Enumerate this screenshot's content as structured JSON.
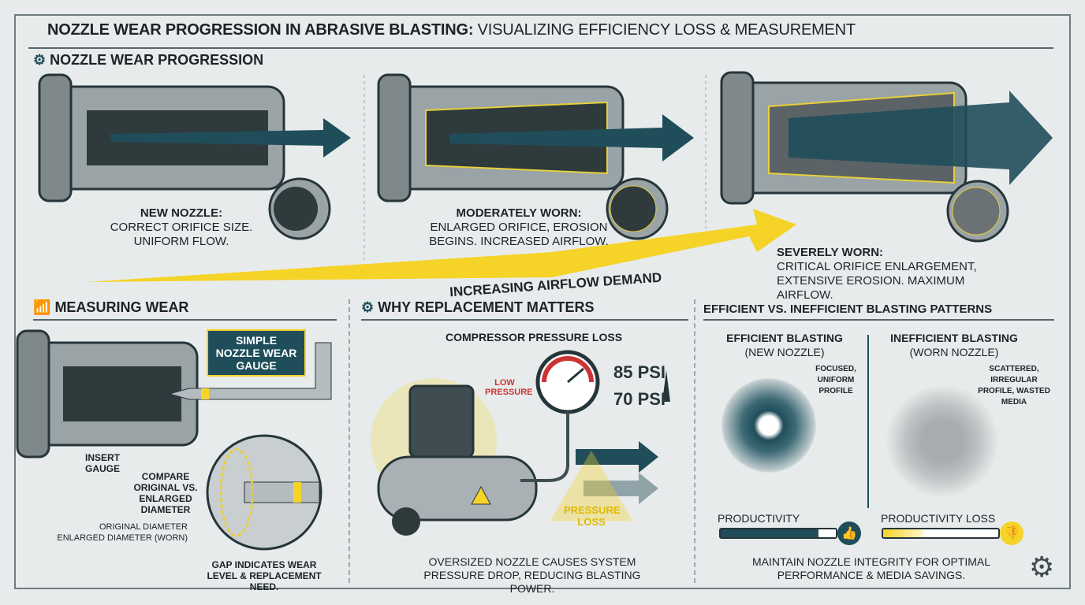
{
  "title": {
    "bold": "NOZZLE WEAR PROGRESSION IN ABRASIVE BLASTING:",
    "rest": " VISUALIZING EFFICIENCY LOSS & MEASUREMENT"
  },
  "progression": {
    "heading": "NOZZLE WEAR PROGRESSION",
    "stages": [
      {
        "title": "NEW NOZZLE:",
        "text": "CORRECT ORIFICE SIZE. UNIFORM FLOW."
      },
      {
        "title": "MODERATELY WORN:",
        "text": "ENLARGED ORIFICE, EROSION BEGINS. INCREASED AIRFLOW."
      },
      {
        "title": "SEVERELY WORN:",
        "text": "CRITICAL ORIFICE ENLARGEMENT, EXTENSIVE EROSION. MAXIMUM AIRFLOW."
      }
    ],
    "arrow_label": "INCREASING AIRFLOW DEMAND"
  },
  "measuring": {
    "heading": "MEASURING WEAR",
    "gauge_label": "SIMPLE NOZZLE WEAR GAUGE",
    "insert": "INSERT GAUGE",
    "compare": "COMPARE ORIGINAL vs. ENLARGED DIAMETER",
    "original": "ORIGINAL DIAMETER",
    "enlarged": "ENLARGED DIAMETER (WORN)",
    "note": "GAP INDICATES WEAR LEVEL & REPLACEMENT NEED."
  },
  "replacement": {
    "heading": "WHY REPLACEMENT MATTERS",
    "subheading": "COMPRESSOR PRESSURE LOSS",
    "low": "LOW PRESSURE",
    "psi_high": "85 PSI",
    "psi_low": "70 PSI",
    "warning": "PRESSURE LOSS",
    "note": "OVERSIZED NOZZLE CAUSES SYSTEM PRESSURE DROP, REDUCING BLASTING POWER."
  },
  "patterns": {
    "heading": "EFFICIENT VS. INEFFICIENT BLASTING PATTERNS",
    "efficient": {
      "title": "EFFICIENT BLASTING",
      "sub": "(NEW NOZZLE)",
      "note": "FOCUSED, UNIFORM PROFILE",
      "bar_label": "PRODUCTIVITY",
      "bar_value": 0.85
    },
    "inefficient": {
      "title": "INEFFICIENT BLASTING",
      "sub": "(WORN NOZZLE)",
      "note": "SCATTERED, IRREGULAR PROFILE, WASTED MEDIA",
      "bar_label": "PRODUCTIVITY LOSS",
      "bar_value": 0.35
    },
    "footer": "MAINTAIN NOZZLE INTEGRITY FOR OPTIMAL PERFORMANCE & MEDIA SAVINGS."
  },
  "colors": {
    "teal": "#1f4e5a",
    "yellow": "#f5d327",
    "bg": "#e8ebeb"
  }
}
